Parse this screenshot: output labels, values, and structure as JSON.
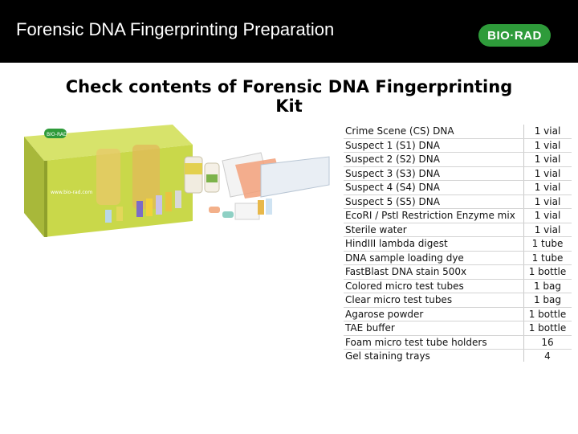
{
  "header": {
    "title": "Forensic DNA Fingerprinting Preparation",
    "logo_text": "BIO·RAD",
    "background": "#000000",
    "logo_color": "#2e9b3a"
  },
  "heading": {
    "line1": "Check contents of Forensic DNA Fingerprinting",
    "line2": "Kit"
  },
  "kit_photo": {
    "box_label": "BIO-RAD",
    "box_url": "www.bio-rad.com",
    "box_color": "#c9d84a"
  },
  "contents": [
    {
      "item": "Crime Scene (CS) DNA",
      "qty": "1 vial"
    },
    {
      "item": "Suspect 1 (S1) DNA",
      "qty": "1 vial"
    },
    {
      "item": "Suspect 2 (S2) DNA",
      "qty": "1 vial"
    },
    {
      "item": "Suspect 3 (S3) DNA",
      "qty": "1 vial"
    },
    {
      "item": "Suspect 4 (S4) DNA",
      "qty": "1 vial"
    },
    {
      "item": "Suspect 5 (S5) DNA",
      "qty": "1 vial"
    },
    {
      "item": "EcoRI / PstI Restriction Enzyme mix",
      "qty": "1 vial"
    },
    {
      "item": "Sterile water",
      "qty": "1 vial"
    },
    {
      "item": "HindIII lambda digest",
      "qty": "1 tube"
    },
    {
      "item": "DNA sample loading dye",
      "qty": "1 tube"
    },
    {
      "item": "FastBlast DNA stain 500x",
      "qty": "1 bottle"
    },
    {
      "item": "Colored micro test tubes",
      "qty": "1 bag"
    },
    {
      "item": "Clear micro test tubes",
      "qty": "1 bag"
    },
    {
      "item": "Agarose powder",
      "qty": "1 bottle"
    },
    {
      "item": "TAE buffer",
      "qty": "1 bottle"
    },
    {
      "item": "Foam micro test tube holders",
      "qty": "16"
    },
    {
      "item": "Gel staining trays",
      "qty": "4"
    }
  ]
}
